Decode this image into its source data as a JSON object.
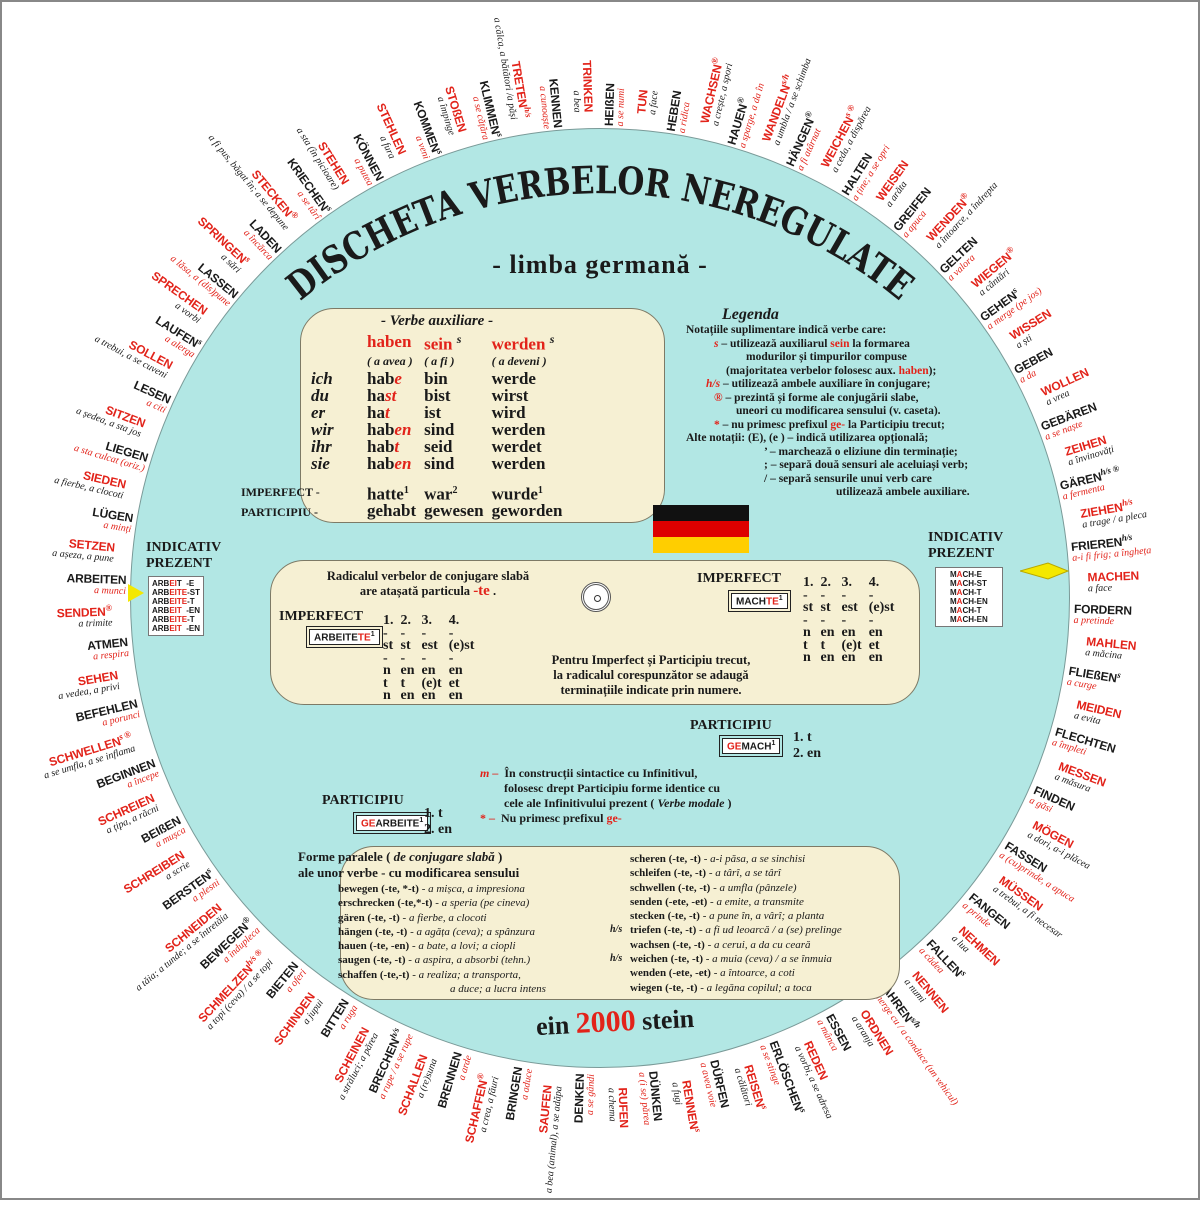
{
  "title": "DISCHETA VERBELOR NEREGULATE",
  "subtitle": "- limba germană -",
  "footer": {
    "left": "ein",
    "number": "2000",
    "right": "stein"
  },
  "colors": {
    "disc": "#b2e7e4",
    "panel": "#f6f0d3",
    "accent": "#e2231a",
    "flag": [
      "#111111",
      "#dd0000",
      "#ffce00"
    ]
  },
  "auxiliary": {
    "title": "- Verbe auxiliare -",
    "verbs": [
      {
        "name": "haben",
        "mark": "",
        "translation": "( a avea )"
      },
      {
        "name": "sein",
        "mark": "s",
        "translation": "( a fi )"
      },
      {
        "name": "werden",
        "mark": "s",
        "translation": "( a deveni )"
      }
    ],
    "rows": [
      {
        "pronoun": "ich",
        "haben_stem": "hab",
        "haben_end": "e",
        "sein": "bin",
        "werden": "werde"
      },
      {
        "pronoun": "du",
        "haben_stem": "ha",
        "haben_end": "st",
        "sein": "bist",
        "werden": "wirst"
      },
      {
        "pronoun": "er",
        "haben_stem": "ha",
        "haben_end": "t",
        "sein": "ist",
        "werden": "wird"
      },
      {
        "pronoun": "wir",
        "haben_stem": "hab",
        "haben_end": "en",
        "sein": "sind",
        "werden": "werden"
      },
      {
        "pronoun": "ihr",
        "haben_stem": "hab",
        "haben_end": "t",
        "sein": "seid",
        "werden": "werdet"
      },
      {
        "pronoun": "sie",
        "haben_stem": "hab",
        "haben_end": "en",
        "sein": "sind",
        "werden": "werden"
      }
    ],
    "imperfect": {
      "label": "IMPERFECT -",
      "haben": "hatte",
      "haben_n": "1",
      "sein": "war",
      "sein_n": "2",
      "werden": "wurde",
      "werden_n": "1"
    },
    "participle": {
      "label": "PARTICIPIU -",
      "haben": "gehabt",
      "sein": "gewesen",
      "werden": "geworden"
    }
  },
  "legend": {
    "title": "Legenda",
    "intro": "Notațiile suplimentare indică verbe care:",
    "s_mark": "s",
    "s_text1": "– utilizează auxiliarul ",
    "s_sein": "sein",
    "s_text2": " la formarea",
    "s_text3": "modurilor și timpurilor compuse",
    "s_text4": "(majoritatea verbelor folosesc aux. ",
    "s_haben": "haben",
    "s_text5": ");",
    "hs_mark": "h/s",
    "hs_text": "– utilizează ambele auxiliare în conjugare;",
    "r_mark": "®",
    "r_text1": "– prezintă și forme ale conjugării slabe,",
    "r_text2": "uneori cu modificarea sensului (v. caseta).",
    "star_mark": "*",
    "star_text1": "– nu primesc prefixul ",
    "star_ge": "ge-",
    "star_text2": " la Participiu trecut;",
    "other_label": "Alte notații:",
    "other": [
      "(E), (e ) –  indică utilizarea opțională;",
      "’  –  marchează o eliziune din terminație;",
      ";  –  separă două sensuri ale aceluiași verb;",
      "/  –  separă sensurile unui verb care",
      "utilizează ambele auxiliare."
    ]
  },
  "weak": {
    "intro1": "Radicalul verbelor de conjugare slabă",
    "intro2": "are atașată particula ",
    "intro_te": "-te",
    "intro_end": " .",
    "imperfect_label": "IMPERFECT",
    "left_stem": "ARBEITE",
    "left_suffix": "TE",
    "left_n": "1",
    "right_stem": "MACH",
    "right_suffix": "TE",
    "right_n": "1",
    "endings": {
      "headers": [
        "1.",
        "2.",
        "3.",
        "4."
      ],
      "rows": [
        [
          "-",
          "-",
          "-",
          "-"
        ],
        [
          "st",
          "st",
          "est",
          "(e)st"
        ],
        [
          "-",
          "-",
          "-",
          "-"
        ],
        [
          "n",
          "en",
          "en",
          "en"
        ],
        [
          "t",
          "t",
          "(e)t",
          "et"
        ],
        [
          "n",
          "en",
          "en",
          "en"
        ]
      ]
    },
    "note1": "Pentru Imperfect și Participiu trecut,",
    "note2": "la radicalul corespunzător se adaugă",
    "note3": "terminațiile indicate prin numere."
  },
  "indicative": {
    "label1": "INDICATIV",
    "label2": "PREZENT",
    "left_rows": [
      {
        "a": "ARB",
        "b": "EI",
        "c": "T  -E"
      },
      {
        "a": "ARB",
        "b": "EITE",
        "c": "-ST"
      },
      {
        "a": "ARB",
        "b": "EITE",
        "c": "-T"
      },
      {
        "a": "ARB",
        "b": "EIT",
        "c": "  -EN"
      },
      {
        "a": "ARB",
        "b": "EITE",
        "c": "-T"
      },
      {
        "a": "ARB",
        "b": "EIT",
        "c": "  -EN"
      }
    ],
    "right_rows": [
      {
        "a": "M",
        "b": "A",
        "c": "CH-E"
      },
      {
        "a": "M",
        "b": "A",
        "c": "CH-ST"
      },
      {
        "a": "M",
        "b": "A",
        "c": "CH-T"
      },
      {
        "a": "M",
        "b": "A",
        "c": "CH-EN"
      },
      {
        "a": "M",
        "b": "A",
        "c": "CH-T"
      },
      {
        "a": "M",
        "b": "A",
        "c": "CH-EN"
      }
    ]
  },
  "participle": {
    "label": "PARTICIPIU",
    "right_prefix": "GE",
    "right_stem": "MACH",
    "right_n": "1",
    "left_prefix": "GE",
    "left_stem": "ARBEITE",
    "left_n": "1",
    "e1": "1.  t",
    "e2": "2.  en"
  },
  "modal_note": {
    "m_mark": "m –",
    "m_text1": "În construcții sintactice cu Infinitivul,",
    "m_text2": "folosesc drept Participiu forme identice cu",
    "m_text3": "cele ale Infinitivului prezent ( ",
    "m_modal": "Verbe modale",
    "m_text4": " )",
    "star_mark": "* –",
    "star_text": "Nu primesc prefixul ",
    "star_ge": "ge-"
  },
  "parallel_forms": {
    "title1": "Forme paralele ( ",
    "title_it": "de conjugare slabă",
    "title1_end": " )",
    "title2": "ale unor verbe  - cu modificarea sensului",
    "left": [
      {
        "verb": "bewegen (-te, *-t)",
        "meaning": " - a mișca, a impresiona",
        "mark": ""
      },
      {
        "verb": "erschrecken (-te,*-t)",
        "meaning": " - a speria (pe cineva)",
        "mark": ""
      },
      {
        "verb": "gären (-te, -t)",
        "meaning": "     - a fierbe, a clocoti",
        "mark": ""
      },
      {
        "verb": "hängen (-te, -t)",
        "meaning": "  - a agăța (ceva); a spânzura",
        "mark": ""
      },
      {
        "verb": "hauen (-te, -en)",
        "meaning": " - a bate, a lovi; a ciopli",
        "mark": ""
      },
      {
        "verb": "saugen (-te, -t)",
        "meaning": "   - a aspira, a absorbi (tehn.)",
        "mark": ""
      },
      {
        "verb": "schaffen (-te,-t)",
        "meaning": " - a realiza; a transporta,",
        "mark": ""
      },
      {
        "verb": "",
        "meaning": "                   a duce; a lucra intens",
        "mark": ""
      }
    ],
    "right": [
      {
        "verb": "scheren (-te, -t)",
        "meaning": "  - a-i păsa, a se sinchisi",
        "mark": ""
      },
      {
        "verb": "schleifen (-te, -t)",
        "meaning": " - a târî, a se târî",
        "mark": ""
      },
      {
        "verb": "schwellen (-te, -t)",
        "meaning": " - a umfla (pânzele)",
        "mark": ""
      },
      {
        "verb": "senden (-ete, -et)",
        "meaning": " - a emite, a transmite",
        "mark": ""
      },
      {
        "verb": "stecken (-te, -t)",
        "meaning": "  - a pune în, a vârî; a planta",
        "mark": ""
      },
      {
        "verb": "triefen (-te, -t)",
        "meaning": " - a fi ud leoarcă / a (se) prelinge",
        "mark": "h/s"
      },
      {
        "verb": "wachsen (-te, -t)",
        "meaning": " - a cerui, a da cu ceară",
        "mark": ""
      },
      {
        "verb": "weichen (-te, -t)",
        "meaning": "  - a muia (ceva) / a se înmuia",
        "mark": "h/s"
      },
      {
        "verb": "wenden (-ete, -et)",
        "meaning": " - a întoarce, a coti",
        "mark": ""
      },
      {
        "verb": "wiegen (-te, -t)",
        "meaning": "   - a legăna copilul; a toca",
        "mark": ""
      }
    ]
  },
  "ring": [
    {
      "verb": "TRINKEN",
      "mark": "",
      "meaning": "a bea",
      "color": "red"
    },
    {
      "verb": "HEIßEN",
      "mark": "",
      "meaning": "a se numi",
      "color": "black"
    },
    {
      "verb": "TUN",
      "mark": "",
      "meaning": "a face",
      "color": "red"
    },
    {
      "verb": "HEBEN",
      "mark": "",
      "meaning": "a ridica",
      "color": "black"
    },
    {
      "verb": "WACHSEN",
      "mark": "®",
      "meaning": "a crește, a spori",
      "color": "red"
    },
    {
      "verb": "HAUEN",
      "mark": "®",
      "meaning": "a sparge, a da în",
      "color": "black"
    },
    {
      "verb": "WANDELN",
      "mark": "s/h",
      "meaning": "a umbla / a se schimba",
      "color": "red"
    },
    {
      "verb": "HÄNGEN",
      "mark": "®",
      "meaning": "a fi atârnat",
      "color": "black"
    },
    {
      "verb": "WEICHEN",
      "mark": "s ®",
      "meaning": "a ceda, a dispărea",
      "color": "red"
    },
    {
      "verb": "HALTEN",
      "mark": "",
      "meaning": "a ține; a se opri",
      "color": "black"
    },
    {
      "verb": "WEISEN",
      "mark": "",
      "meaning": "a arăta",
      "color": "red"
    },
    {
      "verb": "GREIFEN",
      "mark": "",
      "meaning": "a apuca",
      "color": "black"
    },
    {
      "verb": "WENDEN",
      "mark": "®",
      "meaning": "a întoarce, a îndrepta",
      "color": "red"
    },
    {
      "verb": "GELTEN",
      "mark": "",
      "meaning": "a valora",
      "color": "black"
    },
    {
      "verb": "WIEGEN",
      "mark": "®",
      "meaning": "a cântări",
      "color": "red"
    },
    {
      "verb": "GEHEN",
      "mark": "s",
      "meaning": "a merge (pe jos)",
      "color": "black"
    },
    {
      "verb": "WISSEN",
      "mark": "",
      "meaning": "a ști",
      "color": "red"
    },
    {
      "verb": "GEBEN",
      "mark": "",
      "meaning": "a da",
      "color": "black"
    },
    {
      "verb": "WOLLEN",
      "mark": "",
      "meaning": "a vrea",
      "color": "red"
    },
    {
      "verb": "GEBÄREN",
      "mark": "",
      "meaning": "a se naște",
      "color": "black"
    },
    {
      "verb": "ZEIHEN",
      "mark": "",
      "meaning": "a învinovăți",
      "color": "red"
    },
    {
      "verb": "GÄREN",
      "mark": "h/s ®",
      "meaning": "a fermenta",
      "color": "black"
    },
    {
      "verb": "ZIEHEN",
      "mark": "h/s",
      "meaning": "a trage / a pleca",
      "color": "red"
    },
    {
      "verb": "FRIEREN",
      "mark": "h/s",
      "meaning": "a-i fi frig; a îngheța",
      "color": "black"
    },
    {
      "verb": "MACHEN",
      "mark": "",
      "meaning": "a face",
      "color": "red"
    },
    {
      "verb": "FORDERN",
      "mark": "",
      "meaning": "a pretinde",
      "color": "black"
    },
    {
      "verb": "MAHLEN",
      "mark": "",
      "meaning": "a măcina",
      "color": "red"
    },
    {
      "verb": "FLIEßEN",
      "mark": "s",
      "meaning": "a curge",
      "color": "black"
    },
    {
      "verb": "MEIDEN",
      "mark": "",
      "meaning": "a evita",
      "color": "red"
    },
    {
      "verb": "FLECHTEN",
      "mark": "",
      "meaning": "a împleti",
      "color": "black"
    },
    {
      "verb": "MESSEN",
      "mark": "",
      "meaning": "a măsura",
      "color": "red"
    },
    {
      "verb": "FINDEN",
      "mark": "",
      "meaning": "a găsi",
      "color": "black"
    },
    {
      "verb": "MÖGEN",
      "mark": "",
      "meaning": "a dori, a-i plăcea",
      "color": "red"
    },
    {
      "verb": "FASSEN",
      "mark": "",
      "meaning": "a (cu)prinde, a apuca",
      "color": "black"
    },
    {
      "verb": "MÜSSEN",
      "mark": "",
      "meaning": "a trebui, a fi necesar",
      "color": "red"
    },
    {
      "verb": "FANGEN",
      "mark": "",
      "meaning": "a prinde",
      "color": "black"
    },
    {
      "verb": "NEHMEN",
      "mark": "",
      "meaning": "a lua",
      "color": "red"
    },
    {
      "verb": "FALLEN",
      "mark": "s",
      "meaning": "a cădea",
      "color": "black"
    },
    {
      "verb": "NENNEN",
      "mark": "",
      "meaning": "a numi",
      "color": "red"
    },
    {
      "verb": "FAHREN",
      "mark": "s/h",
      "meaning": "a merge cu / a conduce (un vehicul)",
      "color": "black"
    },
    {
      "verb": "ORDNEN",
      "mark": "",
      "meaning": "a aranja",
      "color": "red"
    },
    {
      "verb": "ESSEN",
      "mark": "",
      "meaning": "a mânca",
      "color": "black"
    },
    {
      "verb": "REDEN",
      "mark": "",
      "meaning": "a vorbi, a se adresa",
      "color": "red"
    },
    {
      "verb": "ERLÖSCHEN",
      "mark": "s",
      "meaning": "a se stinge",
      "color": "black"
    },
    {
      "verb": "REISEN",
      "mark": "s",
      "meaning": "a călători",
      "color": "red"
    },
    {
      "verb": "DÜRFEN",
      "mark": "",
      "meaning": "a avea voie",
      "color": "black"
    },
    {
      "verb": "RENNEN",
      "mark": "s",
      "meaning": "a fugi",
      "color": "red"
    },
    {
      "verb": "DÜNKEN",
      "mark": "",
      "meaning": "a (i se) părea",
      "color": "black"
    },
    {
      "verb": "RUFEN",
      "mark": "",
      "meaning": "a chema",
      "color": "red"
    },
    {
      "verb": "DENKEN",
      "mark": "",
      "meaning": "a se gândi",
      "color": "black"
    },
    {
      "verb": "SAUFEN",
      "mark": "",
      "meaning": "a bea (animal), a se adăpa",
      "color": "red"
    },
    {
      "verb": "BRINGEN",
      "mark": "",
      "meaning": "a aduce",
      "color": "black"
    },
    {
      "verb": "SCHAFFEN",
      "mark": "®",
      "meaning": "a crea, a făuri",
      "color": "red"
    },
    {
      "verb": "BRENNEN",
      "mark": "",
      "meaning": "a arde",
      "color": "black"
    },
    {
      "verb": "SCHALLEN",
      "mark": "",
      "meaning": "a (re)suna",
      "color": "red"
    },
    {
      "verb": "BRECHEN",
      "mark": "h/s",
      "meaning": "a rupe / a se rupe",
      "color": "black"
    },
    {
      "verb": "SCHEINEN",
      "mark": "",
      "meaning": "a străluci; a părea",
      "color": "red"
    },
    {
      "verb": "BITTEN",
      "mark": "",
      "meaning": "a ruga",
      "color": "black"
    },
    {
      "verb": "SCHINDEN",
      "mark": "",
      "meaning": "a jupui",
      "color": "red"
    },
    {
      "verb": "BIETEN",
      "mark": "",
      "meaning": "a oferi",
      "color": "black"
    },
    {
      "verb": "SCHMELZEN",
      "mark": "h/s ®",
      "meaning": "a topi (ceva) / a se topi",
      "color": "red"
    },
    {
      "verb": "BEWEGEN",
      "mark": "®",
      "meaning": "a îndupleca",
      "color": "black"
    },
    {
      "verb": "SCHNEIDEN",
      "mark": "",
      "meaning": "a tăia; a tunde; a se întretăia",
      "color": "red"
    },
    {
      "verb": "BERSTEN",
      "mark": "s",
      "meaning": "a plesni",
      "color": "black"
    },
    {
      "verb": "SCHREIBEN",
      "mark": "",
      "meaning": "a scrie",
      "color": "red"
    },
    {
      "verb": "BEIßEN",
      "mark": "",
      "meaning": "a mușca",
      "color": "black"
    },
    {
      "verb": "SCHREIEN",
      "mark": "",
      "meaning": "a țipa, a răcni",
      "color": "red"
    },
    {
      "verb": "BEGINNEN",
      "mark": "",
      "meaning": "a începe",
      "color": "black"
    },
    {
      "verb": "SCHWELLEN",
      "mark": "s ®",
      "meaning": "a se umfla, a se inflama",
      "color": "red"
    },
    {
      "verb": "BEFEHLEN",
      "mark": "",
      "meaning": "a porunci",
      "color": "black"
    },
    {
      "verb": "SEHEN",
      "mark": "",
      "meaning": "a vedea, a privi",
      "color": "red"
    },
    {
      "verb": "ATMEN",
      "mark": "",
      "meaning": "a respira",
      "color": "black"
    },
    {
      "verb": "SENDEN",
      "mark": "®",
      "meaning": "a trimite",
      "color": "red"
    },
    {
      "verb": "ARBEITEN",
      "mark": "",
      "meaning": "a munci",
      "color": "black"
    },
    {
      "verb": "SETZEN",
      "mark": "",
      "meaning": "a așeza, a pune",
      "color": "red"
    },
    {
      "verb": "LÜGEN",
      "mark": "",
      "meaning": "a minți",
      "color": "black"
    },
    {
      "verb": "SIEDEN",
      "mark": "",
      "meaning": "a fierbe, a clocoti",
      "color": "red"
    },
    {
      "verb": "LIEGEN",
      "mark": "",
      "meaning": "a sta culcat (oriz.)",
      "color": "black"
    },
    {
      "verb": "SITZEN",
      "mark": "",
      "meaning": "a ședea, a sta jos",
      "color": "red"
    },
    {
      "verb": "LESEN",
      "mark": "",
      "meaning": "a citi",
      "color": "black"
    },
    {
      "verb": "SOLLEN",
      "mark": "",
      "meaning": "a trebui, a se cuveni",
      "color": "red"
    },
    {
      "verb": "LAUFEN",
      "mark": "s",
      "meaning": "a alerga",
      "color": "black"
    },
    {
      "verb": "SPRECHEN",
      "mark": "",
      "meaning": "a vorbi",
      "color": "red"
    },
    {
      "verb": "LASSEN",
      "mark": "",
      "meaning": "a lăsa, a (dis)pune",
      "color": "black"
    },
    {
      "verb": "SPRINGEN",
      "mark": "s",
      "meaning": "a sări",
      "color": "red"
    },
    {
      "verb": "LADEN",
      "mark": "",
      "meaning": "a încărca",
      "color": "black"
    },
    {
      "verb": "STECKEN",
      "mark": "®",
      "meaning": "a fi pus, băgat în; a se depune",
      "color": "red"
    },
    {
      "verb": "KRIECHEN",
      "mark": "s",
      "meaning": "a se târî",
      "color": "black"
    },
    {
      "verb": "STEHEN",
      "mark": "",
      "meaning": "a sta (în picioare)",
      "color": "red"
    },
    {
      "verb": "KÖNNEN",
      "mark": "",
      "meaning": "a putea",
      "color": "black"
    },
    {
      "verb": "STEHLEN",
      "mark": "",
      "meaning": "a fura",
      "color": "red"
    },
    {
      "verb": "KOMMEN",
      "mark": "s",
      "meaning": "a veni",
      "color": "black"
    },
    {
      "verb": "STOßEN",
      "mark": "",
      "meaning": "a împinge",
      "color": "red"
    },
    {
      "verb": "KLIMMEN",
      "mark": "s",
      "meaning": "a se cățăra",
      "color": "black"
    },
    {
      "verb": "TRETEN",
      "mark": "h/s",
      "meaning": "a călca, a bătători /a păși",
      "color": "red"
    },
    {
      "verb": "KENNEN",
      "mark": "",
      "meaning": "a cunoaște",
      "color": "black"
    }
  ]
}
